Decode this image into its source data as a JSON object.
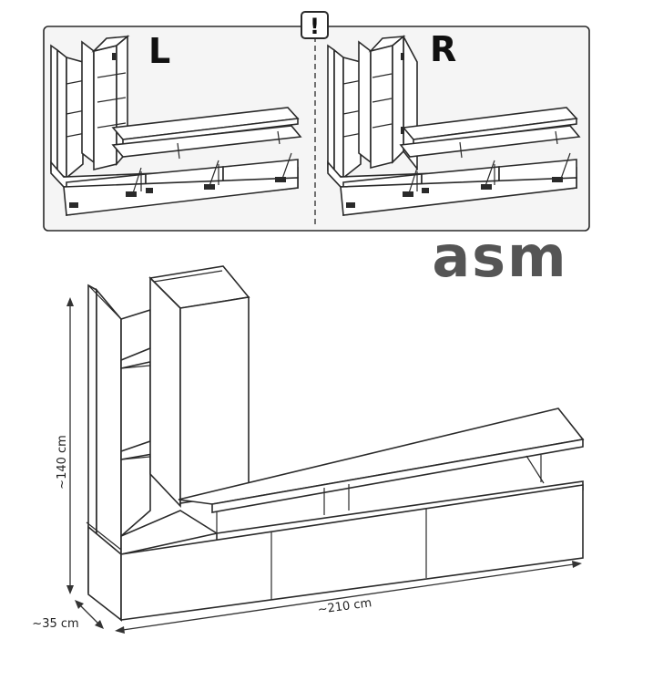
{
  "panel": {
    "left_label": "L",
    "right_label": "R",
    "notice_symbol": "!",
    "notice_icon": "exclamation-box-icon"
  },
  "brand": {
    "logo_text": "asm",
    "logo_color": "#555555"
  },
  "dimensions": {
    "height": "~140 cm",
    "width": "~210 cm",
    "depth": "~35 cm"
  },
  "colors": {
    "line": "#2a2a2a",
    "frame_fill": "#f5f5f5",
    "hinge": "#2a2a2a"
  }
}
